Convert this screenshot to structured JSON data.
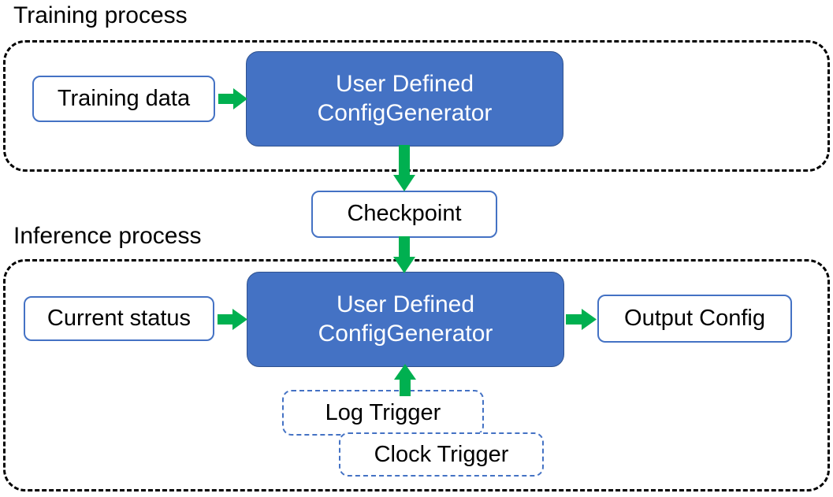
{
  "diagram": {
    "title_training": "Training process",
    "title_inference": "Inference process",
    "colors": {
      "process_node_fill": "#4472C4",
      "process_node_stroke": "#2F528F",
      "plain_node_stroke": "#4472C4",
      "trigger_node_stroke": "#4472C4",
      "arrow": "#00B050",
      "container_stroke": "#000000",
      "background": "#FFFFFF",
      "process_node_text": "#FFFFFF",
      "plain_node_text": "#000000"
    },
    "training": {
      "heading": "Training process",
      "input_node": "Training data",
      "process_node_line1": "User Defined",
      "process_node_line2": "ConfigGenerator"
    },
    "checkpoint": {
      "label": "Checkpoint"
    },
    "inference": {
      "heading": "Inference process",
      "input_node": "Current status",
      "process_node_line1": "User Defined",
      "process_node_line2": "ConfigGenerator",
      "output_node": "Output Config",
      "trigger_log": "Log Trigger",
      "trigger_clock": "Clock Trigger"
    },
    "edges": [
      {
        "id": "training-data-to-generator",
        "from": "Training data",
        "to": "User Defined ConfigGenerator",
        "direction": "right"
      },
      {
        "id": "generator-to-checkpoint",
        "from": "User Defined ConfigGenerator",
        "to": "Checkpoint",
        "direction": "down"
      },
      {
        "id": "checkpoint-to-generator",
        "from": "Checkpoint",
        "to": "User Defined ConfigGenerator",
        "direction": "down"
      },
      {
        "id": "current-status-to-generator",
        "from": "Current status",
        "to": "User Defined ConfigGenerator",
        "direction": "right"
      },
      {
        "id": "generator-to-output-config",
        "from": "User Defined ConfigGenerator",
        "to": "Output Config",
        "direction": "right"
      },
      {
        "id": "triggers-to-generator",
        "from": "Log Trigger / Clock Trigger",
        "to": "User Defined ConfigGenerator",
        "direction": "up"
      }
    ]
  }
}
